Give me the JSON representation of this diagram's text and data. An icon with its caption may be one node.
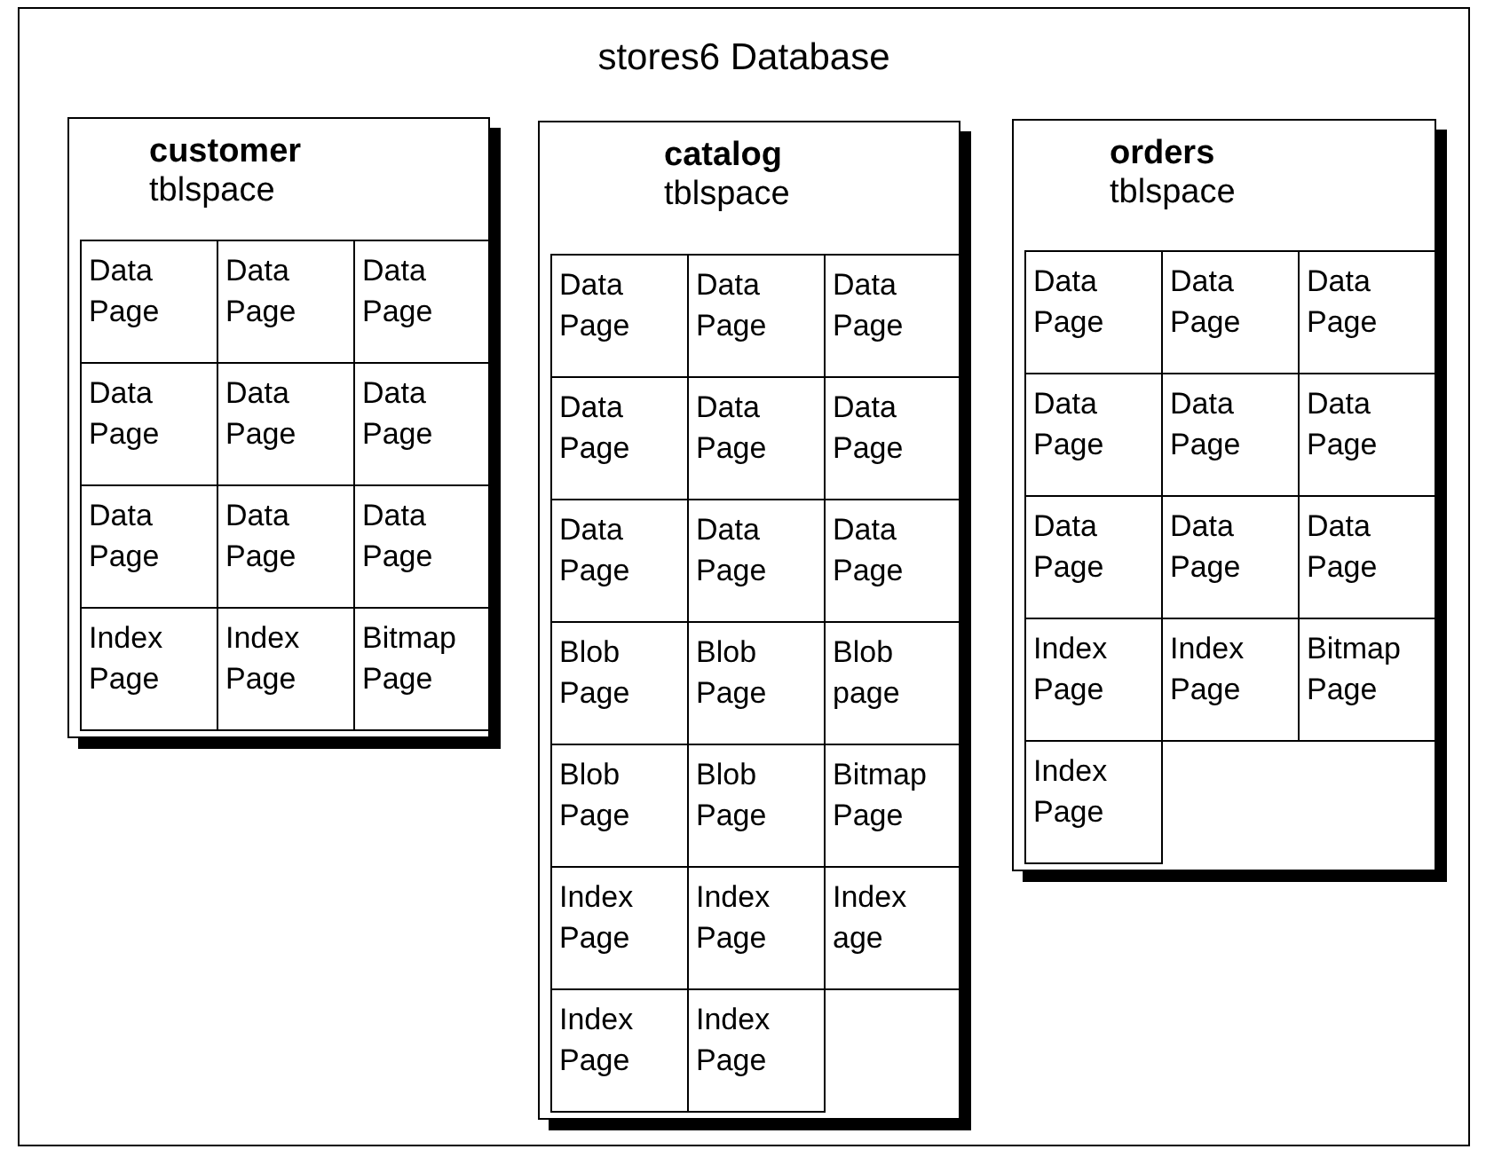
{
  "diagram": {
    "nodes": [
      {
        "text": [
          "stores6 Database"
        ]
      },
      {
        "text": [
          "customer",
          "tblspace"
        ],
        "in": 0
      },
      {
        "text": [
          "Data Page"
        ],
        "in": 1
      },
      {
        "text": [
          "Data Page"
        ],
        "in": 1
      },
      {
        "text": [
          "Data Page"
        ],
        "in": 1
      },
      {
        "text": [
          "Data Page"
        ],
        "in": 1
      },
      {
        "text": [
          "Data Page"
        ],
        "in": 1
      },
      {
        "text": [
          "Data Page"
        ],
        "in": 1
      },
      {
        "text": [
          "Data Page"
        ],
        "in": 1
      },
      {
        "text": [
          "Data Page"
        ],
        "in": 1
      },
      {
        "text": [
          "Data Page"
        ],
        "in": 1
      },
      {
        "text": [
          "Index Page"
        ],
        "in": 1
      },
      {
        "text": [
          "Index Page"
        ],
        "in": 1
      },
      {
        "text": [
          "Bitmap Page"
        ],
        "in": 1
      },
      {
        "text": [
          "catalog",
          "tblspace"
        ],
        "in": 0
      },
      {
        "text": [
          "Data Page"
        ],
        "in": 14
      },
      {
        "text": [
          "Data Page"
        ],
        "in": 14
      },
      {
        "text": [
          "Data Page"
        ],
        "in": 14
      },
      {
        "text": [
          "Data Page"
        ],
        "in": 14
      },
      {
        "text": [
          "Data Page"
        ],
        "in": 14
      },
      {
        "text": [
          "Data Page"
        ],
        "in": 14
      },
      {
        "text": [
          "Data Page"
        ],
        "in": 14
      },
      {
        "text": [
          "Data Page"
        ],
        "in": 14
      },
      {
        "text": [
          "Data Page"
        ],
        "in": 14
      },
      {
        "text": [
          "Blob Page"
        ],
        "in": 14
      },
      {
        "text": [
          "Blob Page"
        ],
        "in": 14
      },
      {
        "text": [
          "Blob page"
        ],
        "in": 14
      },
      {
        "text": [
          "Blob Page"
        ],
        "in": 14
      },
      {
        "text": [
          "Blob Page"
        ],
        "in": 14
      },
      {
        "text": [
          "Bitmap Page"
        ],
        "in": 14
      },
      {
        "text": [
          "Index Page"
        ],
        "in": 14
      },
      {
        "text": [
          "Index Page"
        ],
        "in": 14
      },
      {
        "text": [
          "Index age"
        ],
        "in": 14
      },
      {
        "text": [
          "Index Page"
        ],
        "in": 14
      },
      {
        "text": [
          "Index Page"
        ],
        "in": 14
      },
      {
        "text": [
          "orders",
          "tblspace"
        ],
        "in": 0
      },
      {
        "text": [
          "Data Page"
        ],
        "in": 35
      },
      {
        "text": [
          "Data Page"
        ],
        "in": 35
      },
      {
        "text": [
          "Data Page"
        ],
        "in": 35
      },
      {
        "text": [
          "Data Page"
        ],
        "in": 35
      },
      {
        "text": [
          "Data Page"
        ],
        "in": 35
      },
      {
        "text": [
          "Data Page"
        ],
        "in": 35
      },
      {
        "text": [
          "Data Page"
        ],
        "in": 35
      },
      {
        "text": [
          "Data Page"
        ],
        "in": 35
      },
      {
        "text": [
          "Data Page"
        ],
        "in": 35
      },
      {
        "text": [
          "Index Page"
        ],
        "in": 35
      },
      {
        "text": [
          "Index Page"
        ],
        "in": 35
      },
      {
        "text": [
          "Bitmap Page"
        ],
        "in": 35
      },
      {
        "text": [
          "Index Page"
        ],
        "in": 35
      }
    ]
  }
}
